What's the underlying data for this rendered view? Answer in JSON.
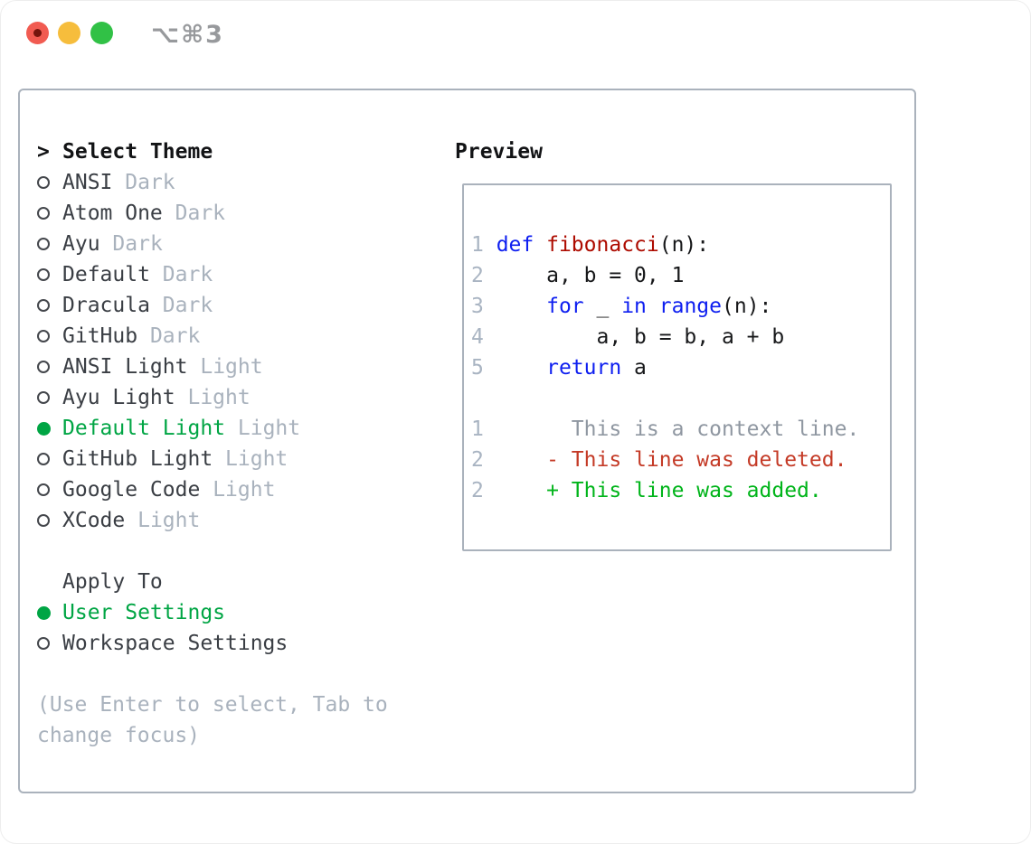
{
  "titlebar": {
    "title": "⌥⌘3",
    "buttons": [
      {
        "name": "close-button",
        "color": "#f15b51"
      },
      {
        "name": "minimize-button",
        "color": "#f6bd3c"
      },
      {
        "name": "zoom-button",
        "color": "#31c146"
      }
    ]
  },
  "colors": {
    "accent_green": "#00a544",
    "keyword_blue": "#0d1ef0",
    "function_red": "#ad0b00",
    "deleted_red": "#c43a26",
    "added_green": "#00b41a",
    "muted_gray": "#a9b2bd",
    "context_gray": "#8f97a1",
    "line_number_gray": "#a9b4c2",
    "text_dark": "#3a3e44",
    "border_gray": "#aab2bc"
  },
  "theme_list": {
    "header_marker": ">",
    "header": "Select Theme",
    "items": [
      {
        "name": "ANSI",
        "variant": "Dark",
        "selected": false
      },
      {
        "name": "Atom One",
        "variant": "Dark",
        "selected": false
      },
      {
        "name": "Ayu",
        "variant": "Dark",
        "selected": false
      },
      {
        "name": "Default",
        "variant": "Dark",
        "selected": false
      },
      {
        "name": "Dracula",
        "variant": "Dark",
        "selected": false
      },
      {
        "name": "GitHub",
        "variant": "Dark",
        "selected": false
      },
      {
        "name": "ANSI Light",
        "variant": "Light",
        "selected": false
      },
      {
        "name": "Ayu Light",
        "variant": "Light",
        "selected": false
      },
      {
        "name": "Default Light",
        "variant": "Light",
        "selected": true
      },
      {
        "name": "GitHub Light",
        "variant": "Light",
        "selected": false
      },
      {
        "name": "Google Code",
        "variant": "Light",
        "selected": false
      },
      {
        "name": "XCode",
        "variant": "Light",
        "selected": false
      }
    ]
  },
  "apply_to": {
    "header": "Apply To",
    "options": [
      {
        "name": "User Settings",
        "selected": true
      },
      {
        "name": "Workspace Settings",
        "selected": false
      }
    ]
  },
  "hint_lines": [
    "(Use Enter to select, Tab to",
    "change focus)"
  ],
  "preview": {
    "header": "Preview",
    "lines": [
      [
        {
          "t": "1 ",
          "c": "ln"
        },
        {
          "t": "def",
          "c": "kw"
        },
        {
          "t": " ",
          "c": "pl"
        },
        {
          "t": "fibonacci",
          "c": "fn"
        },
        {
          "t": "(n):",
          "c": "pl"
        }
      ],
      [
        {
          "t": "2 ",
          "c": "ln"
        },
        {
          "t": "    a, b = 0, 1",
          "c": "pl"
        }
      ],
      [
        {
          "t": "3 ",
          "c": "ln"
        },
        {
          "t": "    ",
          "c": "pl"
        },
        {
          "t": "for",
          "c": "kw"
        },
        {
          "t": " _ ",
          "c": "pl"
        },
        {
          "t": "in",
          "c": "kw"
        },
        {
          "t": " ",
          "c": "pl"
        },
        {
          "t": "range",
          "c": "kw"
        },
        {
          "t": "(n):",
          "c": "pl"
        }
      ],
      [
        {
          "t": "4 ",
          "c": "ln"
        },
        {
          "t": "        a, b = b, a + b",
          "c": "pl"
        }
      ],
      [
        {
          "t": "5 ",
          "c": "ln"
        },
        {
          "t": "    ",
          "c": "pl"
        },
        {
          "t": "return",
          "c": "kw"
        },
        {
          "t": " a",
          "c": "pl"
        }
      ],
      [
        {
          "t": "",
          "c": "pl"
        }
      ],
      [
        {
          "t": "1",
          "c": "ln"
        },
        {
          "t": "       ",
          "c": "pl"
        },
        {
          "t": "This is a context line.",
          "c": "ctx"
        }
      ],
      [
        {
          "t": "2",
          "c": "ln"
        },
        {
          "t": "     ",
          "c": "pl"
        },
        {
          "t": "- This line was deleted.",
          "c": "del"
        }
      ],
      [
        {
          "t": "2",
          "c": "ln"
        },
        {
          "t": "     ",
          "c": "pl"
        },
        {
          "t": "+ This line was added.",
          "c": "add"
        }
      ]
    ]
  }
}
